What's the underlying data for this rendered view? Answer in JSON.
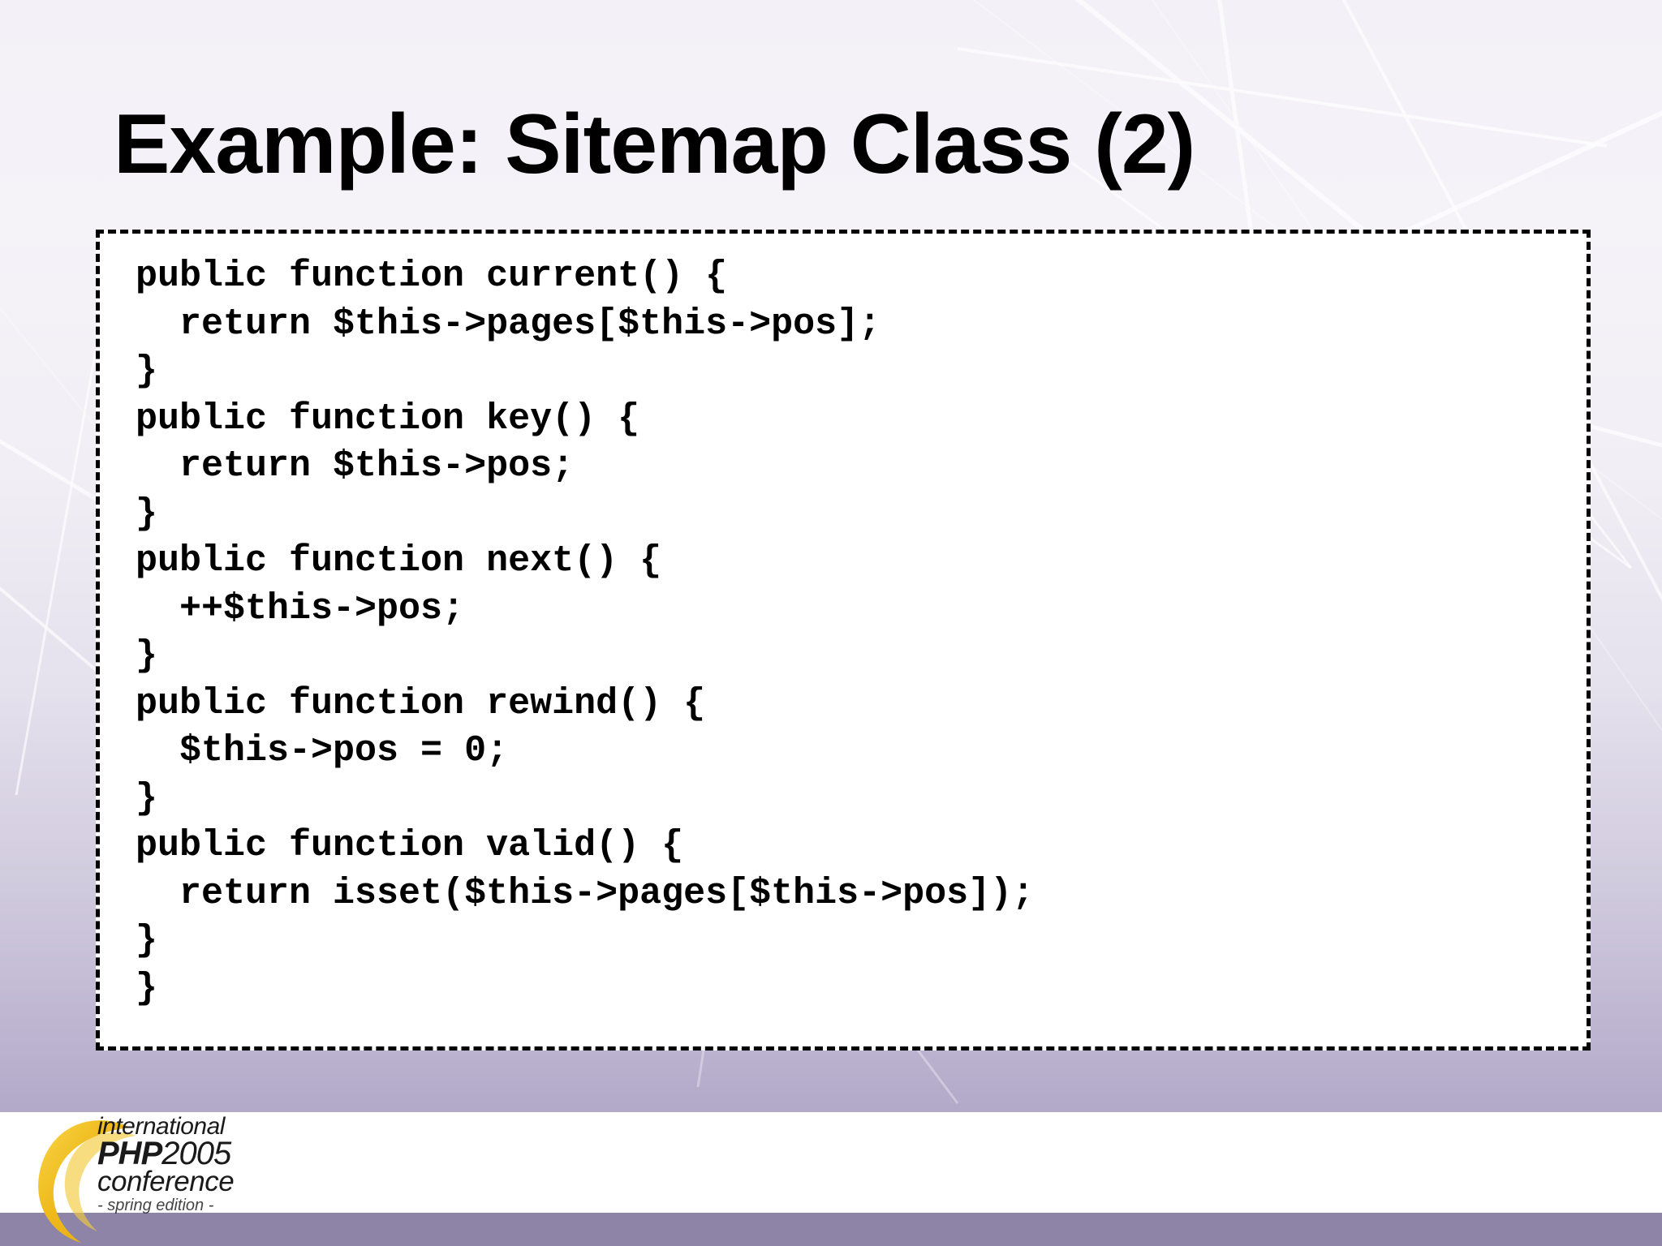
{
  "slide": {
    "title": "Example: Sitemap Class (2)",
    "code": "public function current() {\n  return $this->pages[$this->pos];\n}\npublic function key() {\n  return $this->pos;\n}\npublic function next() {\n  ++$this->pos;\n}\npublic function rewind() {\n  $this->pos = 0;\n}\npublic function valid() {\n  return isset($this->pages[$this->pos]);\n}\n}",
    "code_lines": [
      "public function current() {",
      "  return $this->pages[$this->pos];",
      "}",
      "public function key() {",
      "  return $this->pos;",
      "}",
      "public function next() {",
      "  ++$this->pos;",
      "}",
      "public function rewind() {",
      "  $this->pos = 0;",
      "}",
      "public function valid() {",
      "  return isset($this->pages[$this->pos]);",
      "}",
      "}"
    ]
  },
  "footer": {
    "logo": {
      "line_international": "international",
      "line_php": "PHP",
      "line_year": "2005",
      "line_conference": "conference",
      "line_edition": "- spring edition -"
    }
  },
  "colors": {
    "background_top": "#f3f1f7",
    "background_bottom": "#a79ec0",
    "footer_bar": "#8d84a8",
    "code_background": "#ffffff",
    "code_border": "#000000",
    "title_text": "#000000",
    "logo_swoosh": "#f0c419"
  }
}
